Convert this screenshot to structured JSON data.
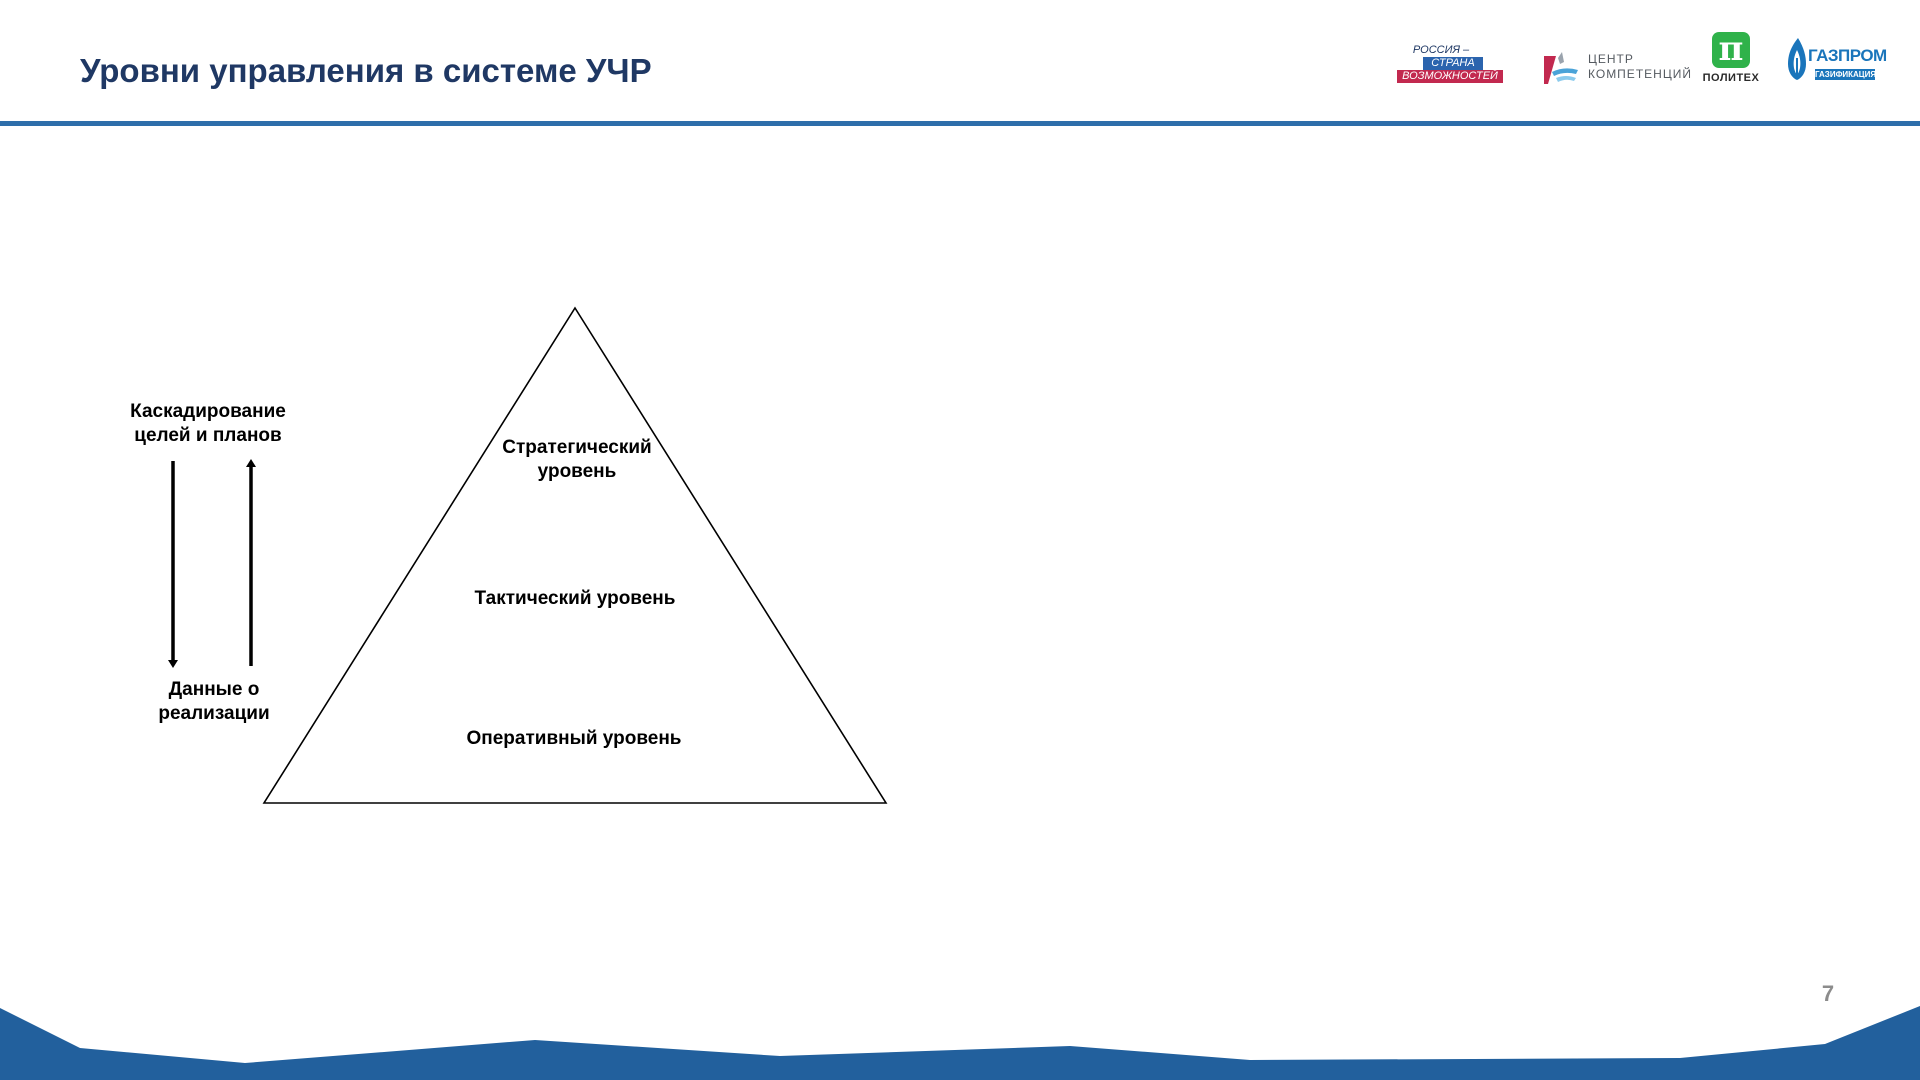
{
  "slide": {
    "title": "Уровни управления в системе УЧР",
    "page_number": "7"
  },
  "logos": {
    "russia": {
      "line1": "РОССИЯ –",
      "line2": "СТРАНА",
      "line3": "ВОЗМОЖНОСТЕЙ",
      "colors": {
        "blue": "#2b64ae",
        "red": "#c2294f"
      }
    },
    "competence_center": {
      "line1": "ЦЕНТР",
      "line2": "КОМПЕТЕНЦИЙ",
      "colors": {
        "red": "#c2294f",
        "blue": "#4aa3d8"
      }
    },
    "polytech": {
      "label": "ПОЛИТЕХ",
      "color": "#2fb24a"
    },
    "gazprom": {
      "name": "ГАЗПРОМ",
      "subtitle": "ГАЗИФИКАЦИЯ",
      "color": "#1a75bb"
    }
  },
  "diagram": {
    "pyramid_levels": [
      "Стратегический уровень",
      "Тактический уровень",
      "Оперативный уровень"
    ],
    "cascade_label": "Каскадирование целей и планов",
    "feedback_label": "Данные о реализации"
  },
  "theme": {
    "title_color": "#1f3864",
    "accent_blue": "#2e6eaa",
    "footer_blue": "#22609d"
  }
}
